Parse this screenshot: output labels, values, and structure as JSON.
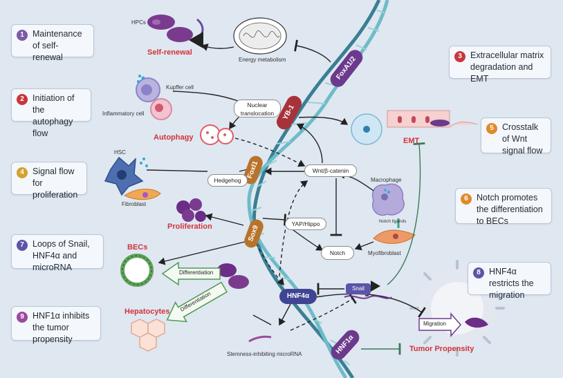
{
  "colors": {
    "background": "#dfe7f1",
    "purple": "#6b3a8c",
    "red_brown": "#a8323a",
    "orange_brown": "#b8732b",
    "navy": "#3f4593",
    "label_red": "#d2333a",
    "arrow_green": "#3a7a55"
  },
  "boxes": [
    {
      "num": "1",
      "text": "Maintenance of self-renewal",
      "color": "#7b5aa6"
    },
    {
      "num": "2",
      "text": "Initiation of the autophagy flow",
      "color": "#c9353c"
    },
    {
      "num": "3",
      "text": "Extracellular matrix degradation and EMT",
      "color": "#c9353c"
    },
    {
      "num": "4",
      "text": "Signal flow for proliferation",
      "color": "#d4a22e"
    },
    {
      "num": "5",
      "text": "Crosstalk of Wnt signal flow",
      "color": "#e0892a"
    },
    {
      "num": "6",
      "text": "Notch promotes the differentiation to BECs",
      "color": "#e0892a"
    },
    {
      "num": "7",
      "text": "Loops of Snail, HNF4α and microRNA",
      "color": "#5a55a8"
    },
    {
      "num": "8",
      "text": "HNF4α restricts the migration",
      "color": "#5a55a8"
    },
    {
      "num": "9",
      "text": "HNF1α inhibits the tumor propensity",
      "color": "#9a4aa0"
    }
  ],
  "genes": {
    "foxa": "FoxA1/2",
    "yb1": "YB-1",
    "foxl1": "Foxl1",
    "sox9": "Sox9",
    "hnf4a": "HNF4α",
    "hnf1a": "HNF1α",
    "snail": "Snail"
  },
  "pills": {
    "nuclear": "Nuclear translocation",
    "wnt": "Wnt/β-catenin",
    "hedgehog": "Hedgehog",
    "yap": "YAP/Hippo",
    "notch": "Notch",
    "migration": "Migration"
  },
  "differentiation": [
    "Differentiation",
    "Differentiation"
  ],
  "outcomes": {
    "self_renewal": "Self-renewal",
    "autophagy": "Autophagy",
    "emt": "EMT",
    "proliferation": "Proliferation",
    "becs": "BECs",
    "hepatocytes": "Hepatocytes",
    "tumor": "Tumor Propensity"
  },
  "cells": {
    "hpcs": "HPCs",
    "energy": "Energy metabolism",
    "kupffer": "Kupffer cell",
    "inflammatory": "Inflammatory cell",
    "hsc": "HSC",
    "fibroblast": "Fibroblast",
    "macrophage": "Macrophage",
    "notch_ligands": "Notch ligands",
    "myofibroblast": "Myofibroblast",
    "microrna": "Stemness-inhibiting microRNA"
  }
}
